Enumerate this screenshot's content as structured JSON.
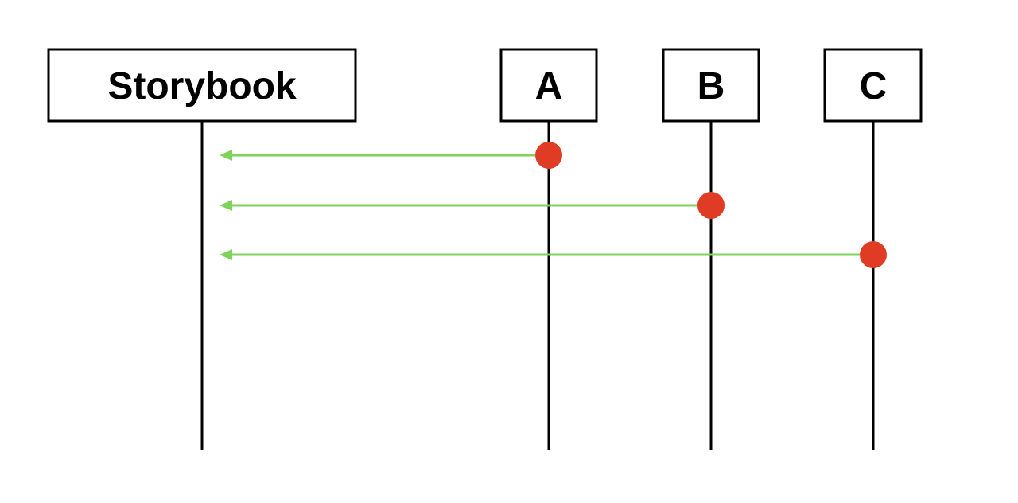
{
  "participants": [
    {
      "id": "storybook",
      "label": "Storybook"
    },
    {
      "id": "a",
      "label": "A"
    },
    {
      "id": "b",
      "label": "B"
    },
    {
      "id": "c",
      "label": "C"
    }
  ],
  "messages": [
    {
      "from": "a",
      "to": "storybook"
    },
    {
      "from": "b",
      "to": "storybook"
    },
    {
      "from": "c",
      "to": "storybook"
    }
  ],
  "colors": {
    "arrow": "#7ed35a",
    "origin_dot": "#e03b24",
    "line": "#000000",
    "box_stroke": "#000000",
    "box_fill": "#ffffff"
  }
}
